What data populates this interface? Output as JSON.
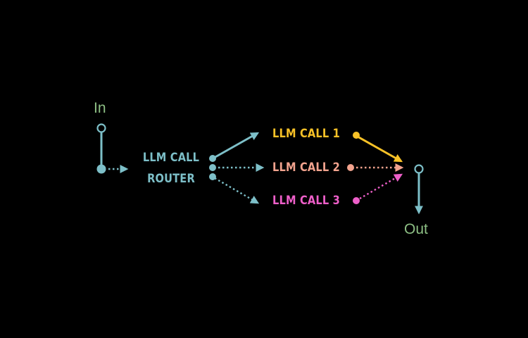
{
  "diagram": {
    "input_label": "In",
    "output_label": "Out",
    "router": {
      "line1": "LLM CALL",
      "line2": "ROUTER"
    },
    "calls": [
      {
        "label": "LLM CALL 1",
        "color": "#F9C227",
        "edge_style": "solid"
      },
      {
        "label": "LLM CALL 2",
        "color": "#F2A38E",
        "edge_style": "dotted"
      },
      {
        "label": "LLM CALL 3",
        "color": "#EE5FC9",
        "edge_style": "dotted"
      }
    ],
    "colors": {
      "background": "#000000",
      "in_out_text": "#8DBF84",
      "router_and_edges": "#7DBFC8"
    }
  }
}
